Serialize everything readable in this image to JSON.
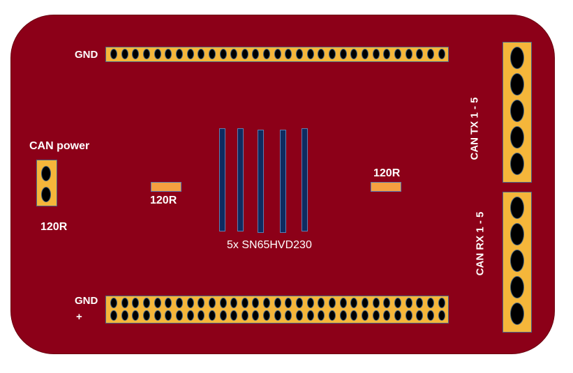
{
  "labels": {
    "gnd_top": "GND",
    "gnd_bottom": "GND",
    "plus_bottom": "+",
    "can_power": "CAN power",
    "res_left_conn": "120R",
    "res_mid_left": "120R",
    "res_mid_right": "120R",
    "chips": "5x SN65HVD230",
    "can_tx": "CAN TX  1  -  5",
    "can_rx": "CAN RX  1  -  5"
  },
  "colors": {
    "board": "#8c0018",
    "header": "#f5b63a",
    "chip": "#0e2b60",
    "resistor": "#f5a040"
  }
}
